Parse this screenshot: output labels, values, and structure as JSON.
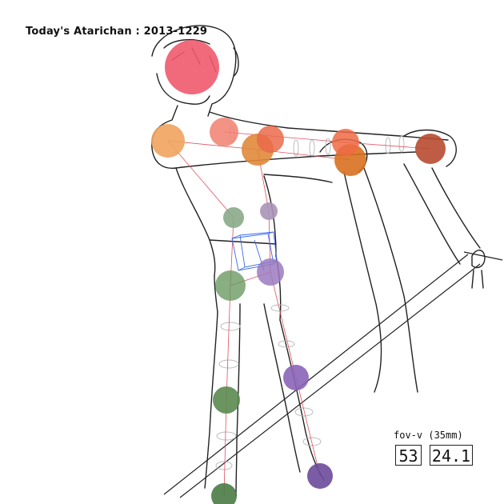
{
  "title": "Today's Atarichan : 2013-1229",
  "fov": {
    "label": "fov-v (35mm)",
    "degrees": "53",
    "focal_mm": "24.1"
  },
  "colors": {
    "head": "#ee5a6e",
    "shoulder_left": "#f0a35e",
    "shoulder_right": "#f08070",
    "elbow_left": "#e0883a",
    "elbow_right": "#ea6a4a",
    "wrist_left": "#d87020",
    "wrist_right": "#ee6a44",
    "hand_right": "#b84a30",
    "hip_left": "#8aaa88",
    "hip_right": "#a894b8",
    "knee_left": "#6a9a62",
    "knee_right": "#9a7ac0",
    "ankle_left": "#5a8a50",
    "ankle_right": "#8a64b8",
    "foot_left": "#4a7a44",
    "foot_right": "#6a4a9a",
    "bone_line": "#e05060",
    "pelvis_box": "#3a6aee",
    "sketch": "#222222",
    "ghost": "#bbbbbb"
  }
}
